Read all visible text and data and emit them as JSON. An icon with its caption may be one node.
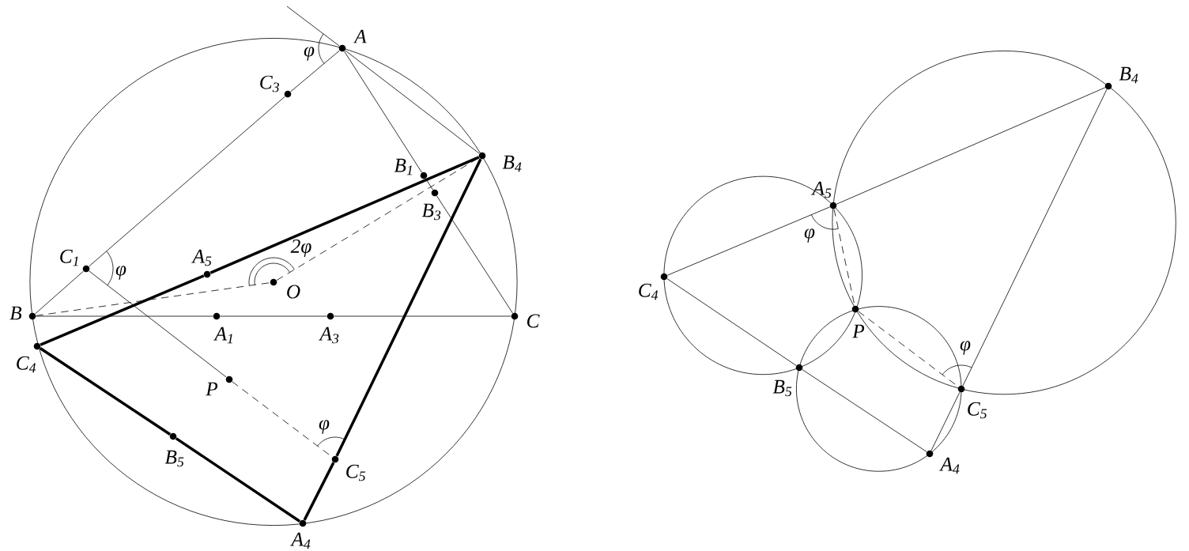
{
  "diagram": {
    "nodes": [
      {
        "text": [
          "A"
        ]
      },
      {
        "text": [
          "C$_{3}$"
        ]
      },
      {
        "text": [
          "B$_{4}$"
        ]
      },
      {
        "text": [
          "B$_{1}$"
        ]
      },
      {
        "text": [
          "B$_{3}$"
        ]
      },
      {
        "text": [
          "C$_{1}$"
        ]
      },
      {
        "text": [
          "A$_{5}$"
        ]
      },
      {
        "text": [
          "O"
        ]
      },
      {
        "text": [
          "B"
        ]
      },
      {
        "text": [
          "A$_{1}$"
        ]
      },
      {
        "text": [
          "A$_{3}$"
        ]
      },
      {
        "text": [
          "C"
        ]
      },
      {
        "text": [
          "C$_{4}$"
        ]
      },
      {
        "text": [
          "P"
        ]
      },
      {
        "text": [
          "B$_{5}$"
        ]
      },
      {
        "text": [
          "C$_{5}$"
        ]
      },
      {
        "text": [
          "A$_{4}$"
        ]
      },
      {
        "text": [
          "B$_{4}$"
        ]
      },
      {
        "text": [
          "A$_{5}$"
        ]
      },
      {
        "text": [
          "C$_{4}$"
        ]
      },
      {
        "text": [
          "P"
        ]
      },
      {
        "text": [
          "B$_{5}$"
        ]
      },
      {
        "text": [
          "C$_{5}$"
        ]
      },
      {
        "text": [
          "A$_{4}$"
        ]
      }
    ],
    "edges": [
      {
        "from": null,
        "to": 0,
        "arrow": "none"
      },
      {
        "from": 0,
        "to": 1,
        "arrow": "none"
      },
      {
        "from": 1,
        "to": 5,
        "arrow": "none"
      },
      {
        "from": 5,
        "to": 8,
        "arrow": "none"
      },
      {
        "from": 0,
        "to": 2,
        "arrow": "none"
      },
      {
        "from": 0,
        "to": 3,
        "arrow": "none"
      },
      {
        "from": 3,
        "to": 4,
        "arrow": "none"
      },
      {
        "from": 4,
        "to": 11,
        "arrow": "none"
      },
      {
        "from": 8,
        "to": 9,
        "arrow": "none"
      },
      {
        "from": 9,
        "to": 10,
        "arrow": "none"
      },
      {
        "from": 10,
        "to": 11,
        "arrow": "none"
      },
      {
        "from": 5,
        "to": 13,
        "arrow": "none"
      },
      {
        "from": 13,
        "to": 15,
        "arrow": "none",
        "style": "dashed"
      },
      {
        "from": 8,
        "to": 7,
        "arrow": "none",
        "style": "dashed"
      },
      {
        "from": 7,
        "to": 2,
        "arrow": "none",
        "style": "dashed"
      },
      {
        "from": 12,
        "to": 6,
        "arrow": "none",
        "style": "thick"
      },
      {
        "from": 6,
        "to": 2,
        "arrow": "none",
        "style": "thick"
      },
      {
        "from": 2,
        "to": 15,
        "arrow": "none",
        "style": "thick"
      },
      {
        "from": 15,
        "to": 16,
        "arrow": "none",
        "style": "thick"
      },
      {
        "from": 16,
        "to": 14,
        "arrow": "none",
        "style": "thick"
      },
      {
        "from": 14,
        "to": 12,
        "arrow": "none",
        "style": "thick"
      },
      {
        "from": 19,
        "to": 18,
        "arrow": "none"
      },
      {
        "from": 18,
        "to": 17,
        "arrow": "none"
      },
      {
        "from": 17,
        "to": 22,
        "arrow": "none"
      },
      {
        "from": 22,
        "to": 23,
        "arrow": "none"
      },
      {
        "from": 23,
        "to": 21,
        "arrow": "none"
      },
      {
        "from": 21,
        "to": 19,
        "arrow": "none"
      },
      {
        "from": 18,
        "to": 20,
        "arrow": "none",
        "style": "dashed"
      },
      {
        "from": 20,
        "to": 22,
        "arrow": "none",
        "style": "dashed"
      }
    ],
    "labels": [
      "φ",
      "φ",
      "2φ",
      "φ",
      "φ",
      "φ"
    ]
  }
}
